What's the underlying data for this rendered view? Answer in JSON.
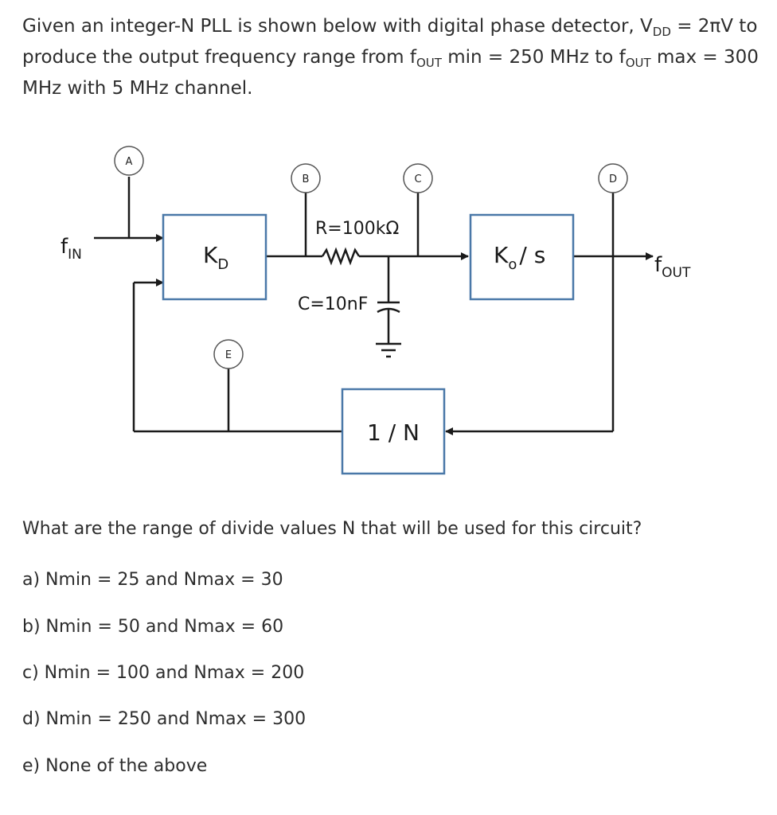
{
  "question": {
    "p1": "Given an integer-N PLL is shown below with digital phase detector, V",
    "vdd_sub": "DD",
    "p2": " = 2πV to produce the output frequency range from f",
    "fout_sub1": "OUT",
    "p3": " min = 250 MHz to f",
    "fout_sub2": "OUT",
    "p4": " max = 300 MHz with 5 MHz channel."
  },
  "diagram": {
    "f_in": "f",
    "f_in_sub": "IN",
    "f_out": "f",
    "f_out_sub": "OUT",
    "kd": "K",
    "kd_sub": "D",
    "ko": "K",
    "ko_sub": "o",
    "ko_rest": "/ s",
    "divider": "1 / N",
    "resistor": "R=100kΩ",
    "capacitor": "C=10nF",
    "probes": [
      "A",
      "B",
      "C",
      "D",
      "E"
    ]
  },
  "sub_question": "What are the range of divide values N that will be used for this circuit?",
  "options": [
    "a) Nmin = 25 and Nmax = 30",
    "b) Nmin = 50 and Nmax = 60",
    "c) Nmin = 100 and Nmax = 200",
    "d) Nmin = 250 and Nmax = 300",
    "e) None of the above"
  ]
}
